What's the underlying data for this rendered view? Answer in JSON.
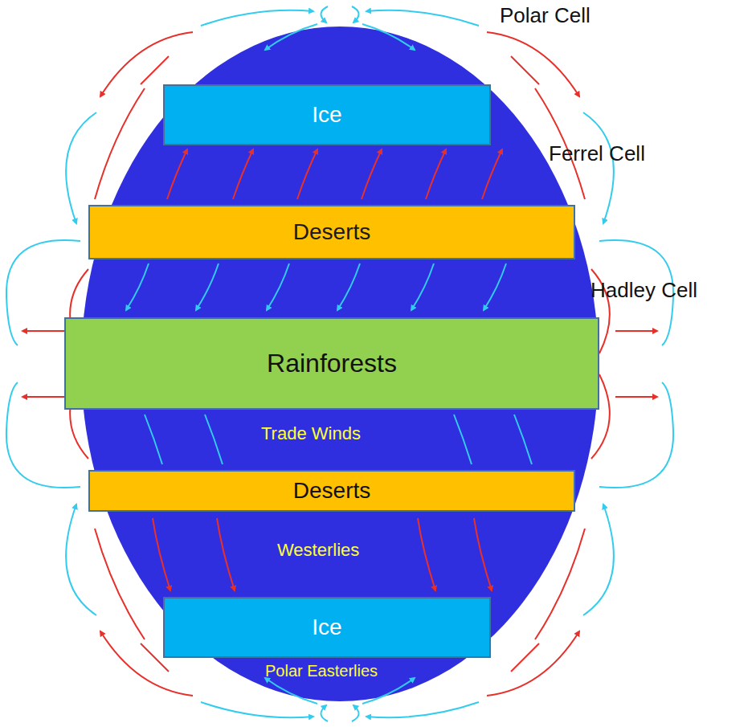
{
  "diagram": {
    "nodes": [
      {
        "text": [
          "Ice"
        ]
      },
      {
        "text": [
          "Deserts"
        ]
      },
      {
        "text": [
          "Rainforests"
        ]
      },
      {
        "text": [
          "Deserts"
        ]
      },
      {
        "text": [
          "Ice"
        ]
      }
    ],
    "labels": [
      "Polar Cell",
      "Ferrel Cell",
      "Hadley Cell",
      "Trade Winds",
      "Westerlies",
      "Polar Easterlies"
    ]
  }
}
